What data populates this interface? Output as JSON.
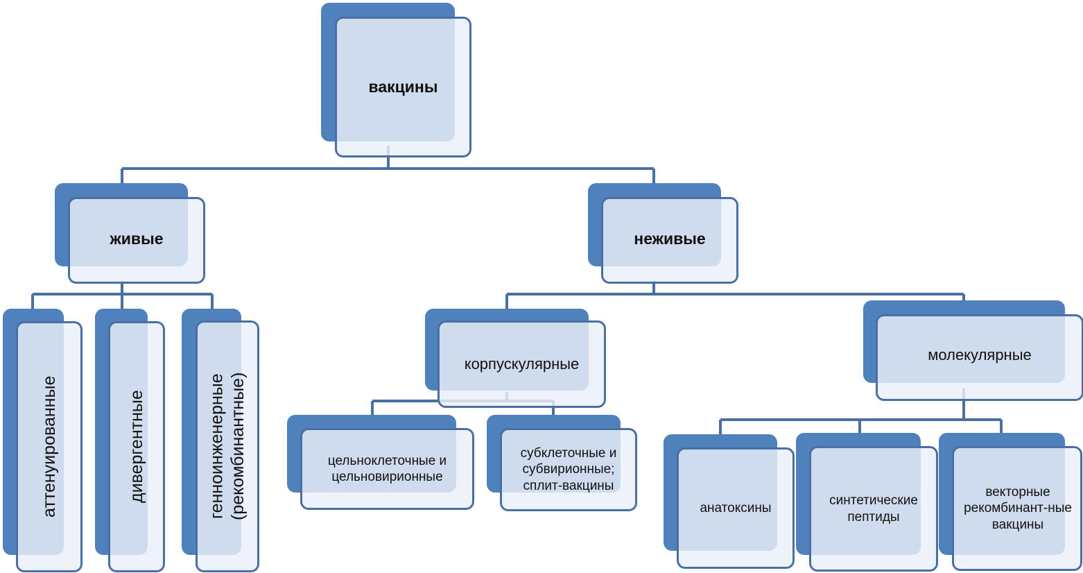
{
  "diagram": {
    "root": {
      "label": "вакцины"
    },
    "live": {
      "label": "живые",
      "children": [
        {
          "label": "аттенуированные"
        },
        {
          "label": "дивергентные"
        },
        {
          "label": "генноинженерные (рекомбинантные)"
        }
      ]
    },
    "nonlive": {
      "label": "неживые",
      "corpuscular": {
        "label": "корпускулярные",
        "children": [
          {
            "label": "цельноклеточные и цельновирионные"
          },
          {
            "label": "субклеточные и субвирионные; сплит-вакцины"
          }
        ]
      },
      "molecular": {
        "label": "молекулярные",
        "children": [
          {
            "label": "анатоксины"
          },
          {
            "label": "синтетические пептиды"
          },
          {
            "label": "векторные рекомбинант-ные вакцины"
          }
        ]
      }
    }
  },
  "colors": {
    "back_fill": "#4F81BD",
    "front_fill": "#EAF0F8",
    "border": "#4A6FA5",
    "connector": "#4A6FA5"
  }
}
